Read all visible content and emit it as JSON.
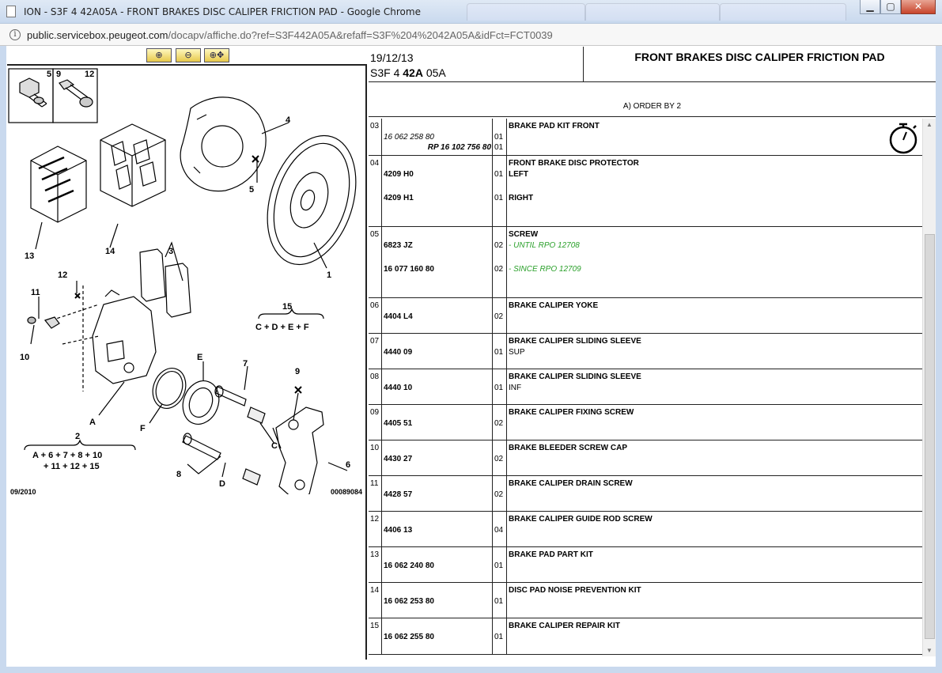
{
  "window": {
    "title": "ION - S3F 4 42A05A - FRONT BRAKES DISC CALIPER FRICTION PAD - Google Chrome",
    "minimize": "▁",
    "maximize": "▢",
    "close": "✕"
  },
  "address": {
    "host": "public.servicebox.peugeot.com",
    "path": "/docapv/affiche.do?ref=S3F442A05A&refaff=S3F%204%2042A05A&idFct=FCT0039"
  },
  "zoom": {
    "zoom_in": "⊕",
    "zoom_out": "⊖",
    "zoom_move": "⊕✥"
  },
  "diagram": {
    "footer_date": "09/2010",
    "footer_ref": "00089084",
    "labels": {
      "l5": "5",
      "l9": "9",
      "l12": "12",
      "l4": "4",
      "l5b": "5",
      "l1": "1",
      "l13": "13",
      "l14": "14",
      "l3": "3",
      "l12b": "12",
      "l11": "11",
      "l10": "10",
      "l15": "15",
      "formula15": "C + D + E + F",
      "lA": "A",
      "lF": "F",
      "lE": "E",
      "l7": "7",
      "l9b": "9",
      "lC": "C",
      "l6": "6",
      "l8": "8",
      "lD": "D",
      "l2": "2",
      "formula2a": "A + 6 + 7 + 8 + 10",
      "formula2b": "+ 11 + 12 + 15"
    }
  },
  "header": {
    "date": "19/12/13",
    "code_prefix": "S3F 4",
    "code_bold": "42A",
    "code_suffix": "05A",
    "title": "FRONT BRAKES DISC CALIPER FRICTION PAD"
  },
  "order_label": "A) ORDER BY 2",
  "rows": {
    "r03": {
      "ref": "03",
      "part1": "16 062 258 80",
      "part2": "RP 16 102 756 80",
      "qty1": "01",
      "qty2": "01",
      "desc": "BRAKE PAD KIT FRONT"
    },
    "r04": {
      "ref": "04",
      "part1": "4209 H0",
      "part2": "4209 H1",
      "qty1": "01",
      "qty2": "01",
      "desc": "FRONT BRAKE DISC PROTECTOR",
      "sub1": "LEFT",
      "sub2": "RIGHT"
    },
    "r05": {
      "ref": "05",
      "part1": "6823 JZ",
      "part2": "16 077 160 80",
      "qty1": "02",
      "qty2": "02",
      "desc": "SCREW",
      "sub1": "- UNTIL RPO 12708",
      "sub2": "- SINCE RPO 12709"
    },
    "r06": {
      "ref": "06",
      "part": "4404 L4",
      "qty": "02",
      "desc": "BRAKE CALIPER YOKE"
    },
    "r07": {
      "ref": "07",
      "part": "4440 09",
      "qty": "01",
      "desc": "BRAKE CALIPER SLIDING SLEEVE",
      "sub": "SUP"
    },
    "r08": {
      "ref": "08",
      "part": "4440 10",
      "qty": "01",
      "desc": "BRAKE CALIPER SLIDING SLEEVE",
      "sub": "INF"
    },
    "r09": {
      "ref": "09",
      "part": "4405 51",
      "qty": "02",
      "desc": "BRAKE CALIPER FIXING SCREW"
    },
    "r10": {
      "ref": "10",
      "part": "4430 27",
      "qty": "02",
      "desc": "BRAKE BLEEDER SCREW CAP"
    },
    "r11": {
      "ref": "11",
      "part": "4428 57",
      "qty": "02",
      "desc": "BRAKE CALIPER DRAIN SCREW"
    },
    "r12": {
      "ref": "12",
      "part": "4406 13",
      "qty": "04",
      "desc": "BRAKE CALIPER GUIDE ROD SCREW"
    },
    "r13": {
      "ref": "13",
      "part": "16 062 240 80",
      "qty": "01",
      "desc": "BRAKE PAD PART KIT"
    },
    "r14": {
      "ref": "14",
      "part": "16 062 253 80",
      "qty": "01",
      "desc": "DISC PAD NOISE PREVENTION KIT"
    },
    "r15": {
      "ref": "15",
      "part": "16 062 255 80",
      "qty": "01",
      "desc": "BRAKE CALIPER REPAIR KIT"
    }
  },
  "icons": {
    "stopwatch": "stopwatch-icon",
    "info": "info-icon",
    "document": "document-icon"
  },
  "colors": {
    "frame": "#c9d9ee",
    "green_text": "#2aa02a",
    "zoom_button": "#e7c84a",
    "close_button": "#c7442b"
  }
}
